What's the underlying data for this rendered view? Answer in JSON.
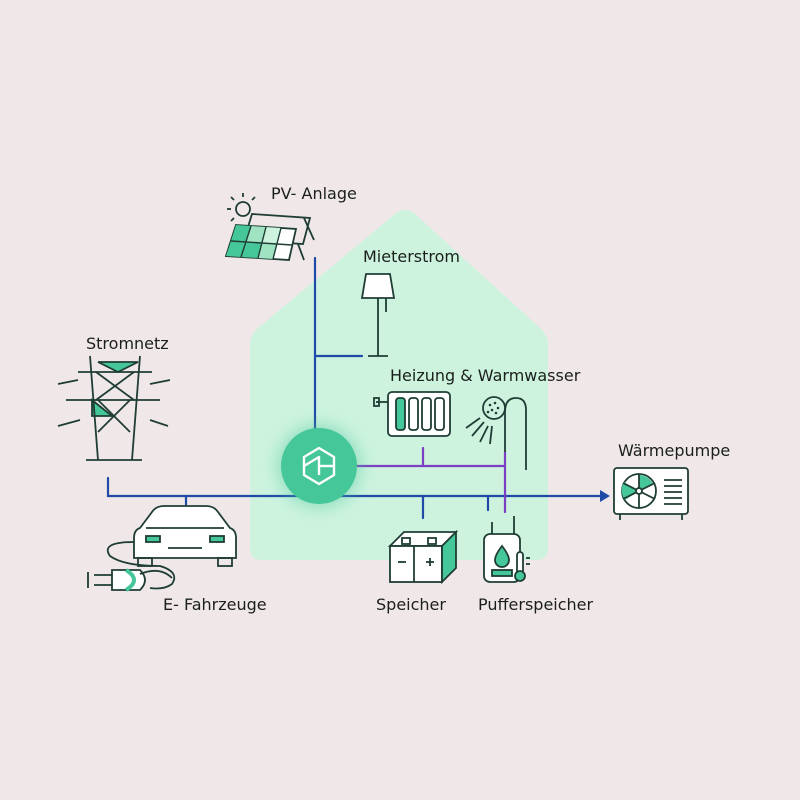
{
  "labels": {
    "pv": "PV- Anlage",
    "mieterstrom": "Mieterstrom",
    "stromnetz": "Stromnetz",
    "heizung": "Heizung & Warmwasser",
    "waermepumpe": "Wärmepumpe",
    "fahrzeuge": "E- Fahrzeuge",
    "speicher": "Speicher",
    "pufferspeicher": "Pufferspeicher"
  },
  "icons": {
    "hub": "energy-hub-icon",
    "pv": "solar-panel-icon",
    "mieterstrom": "floor-lamp-icon",
    "stromnetz": "power-pylon-icon",
    "heizung": "radiator-icon",
    "warmwasser": "shower-icon",
    "waermepumpe": "heat-pump-icon",
    "fahrzeuge": "electric-car-icon",
    "speicher": "battery-icon",
    "pufferspeicher": "water-tank-icon"
  },
  "colors": {
    "background": "#f0e8e8",
    "house": "#cdf3df",
    "electric_line": "#1f4aa8",
    "heat_line": "#7d3fc2",
    "accent": "#46c799",
    "outline": "#1f3d35"
  }
}
